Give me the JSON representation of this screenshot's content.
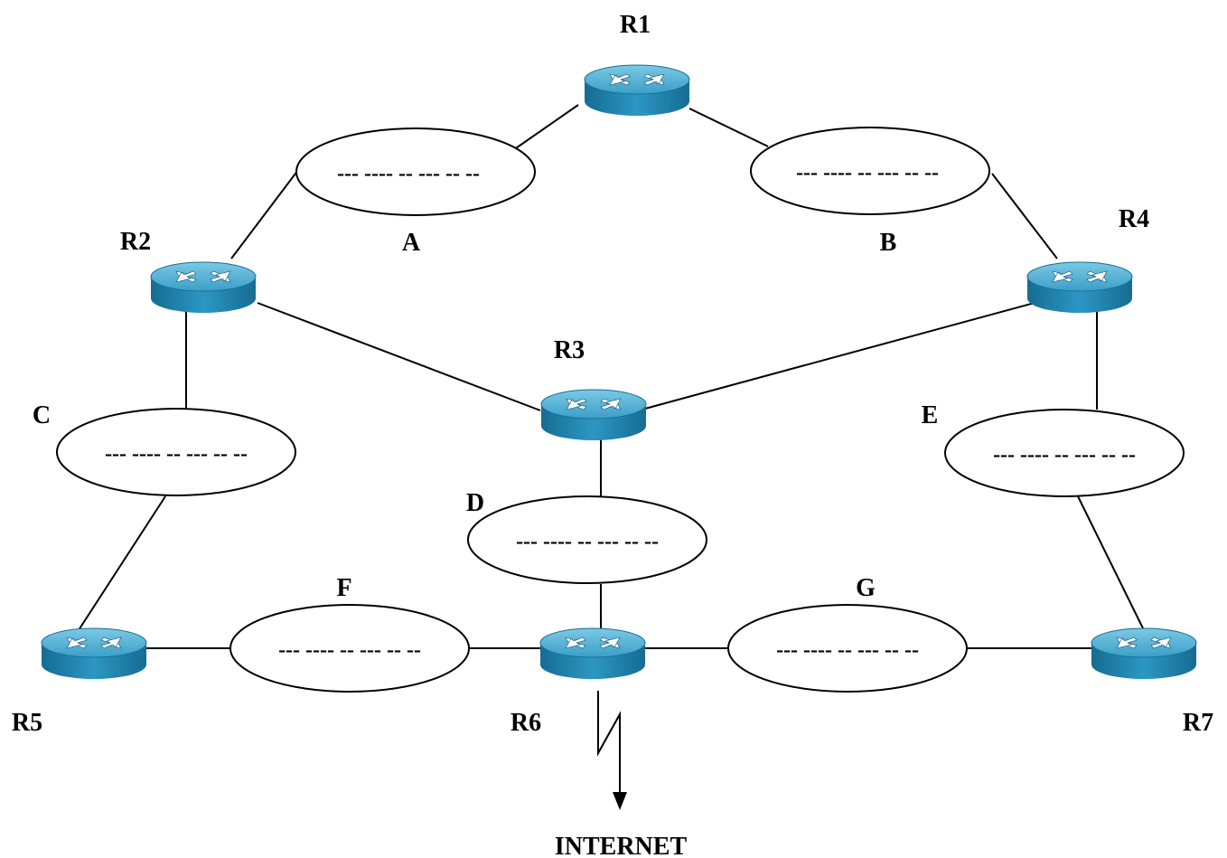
{
  "routers": [
    {
      "id": "r1",
      "label": "R1"
    },
    {
      "id": "r2",
      "label": "R2"
    },
    {
      "id": "r3",
      "label": "R3"
    },
    {
      "id": "r4",
      "label": "R4"
    },
    {
      "id": "r5",
      "label": "R5"
    },
    {
      "id": "r6",
      "label": "R6"
    },
    {
      "id": "r7",
      "label": "R7"
    }
  ],
  "networks": [
    {
      "id": "a",
      "letter": "A",
      "address": "--- ---- -- --- -- --"
    },
    {
      "id": "b",
      "letter": "B",
      "address": "--- ---- -- --- -- --"
    },
    {
      "id": "c",
      "letter": "C",
      "address": "--- ---- -- --- -- --"
    },
    {
      "id": "d",
      "letter": "D",
      "address": "--- ---- -- --- -- --"
    },
    {
      "id": "e",
      "letter": "E",
      "address": "--- ---- -- --- -- --"
    },
    {
      "id": "f",
      "letter": "F",
      "address": "--- ---- -- --- -- --"
    },
    {
      "id": "g",
      "letter": "G",
      "address": "--- ---- -- --- -- --"
    }
  ],
  "internet": {
    "label": "INTERNET"
  },
  "colors": {
    "router_top": "#5bb5d5",
    "router_side": "#1d7fa8",
    "router_rim": "#0d5a7d",
    "line": "#000000"
  }
}
